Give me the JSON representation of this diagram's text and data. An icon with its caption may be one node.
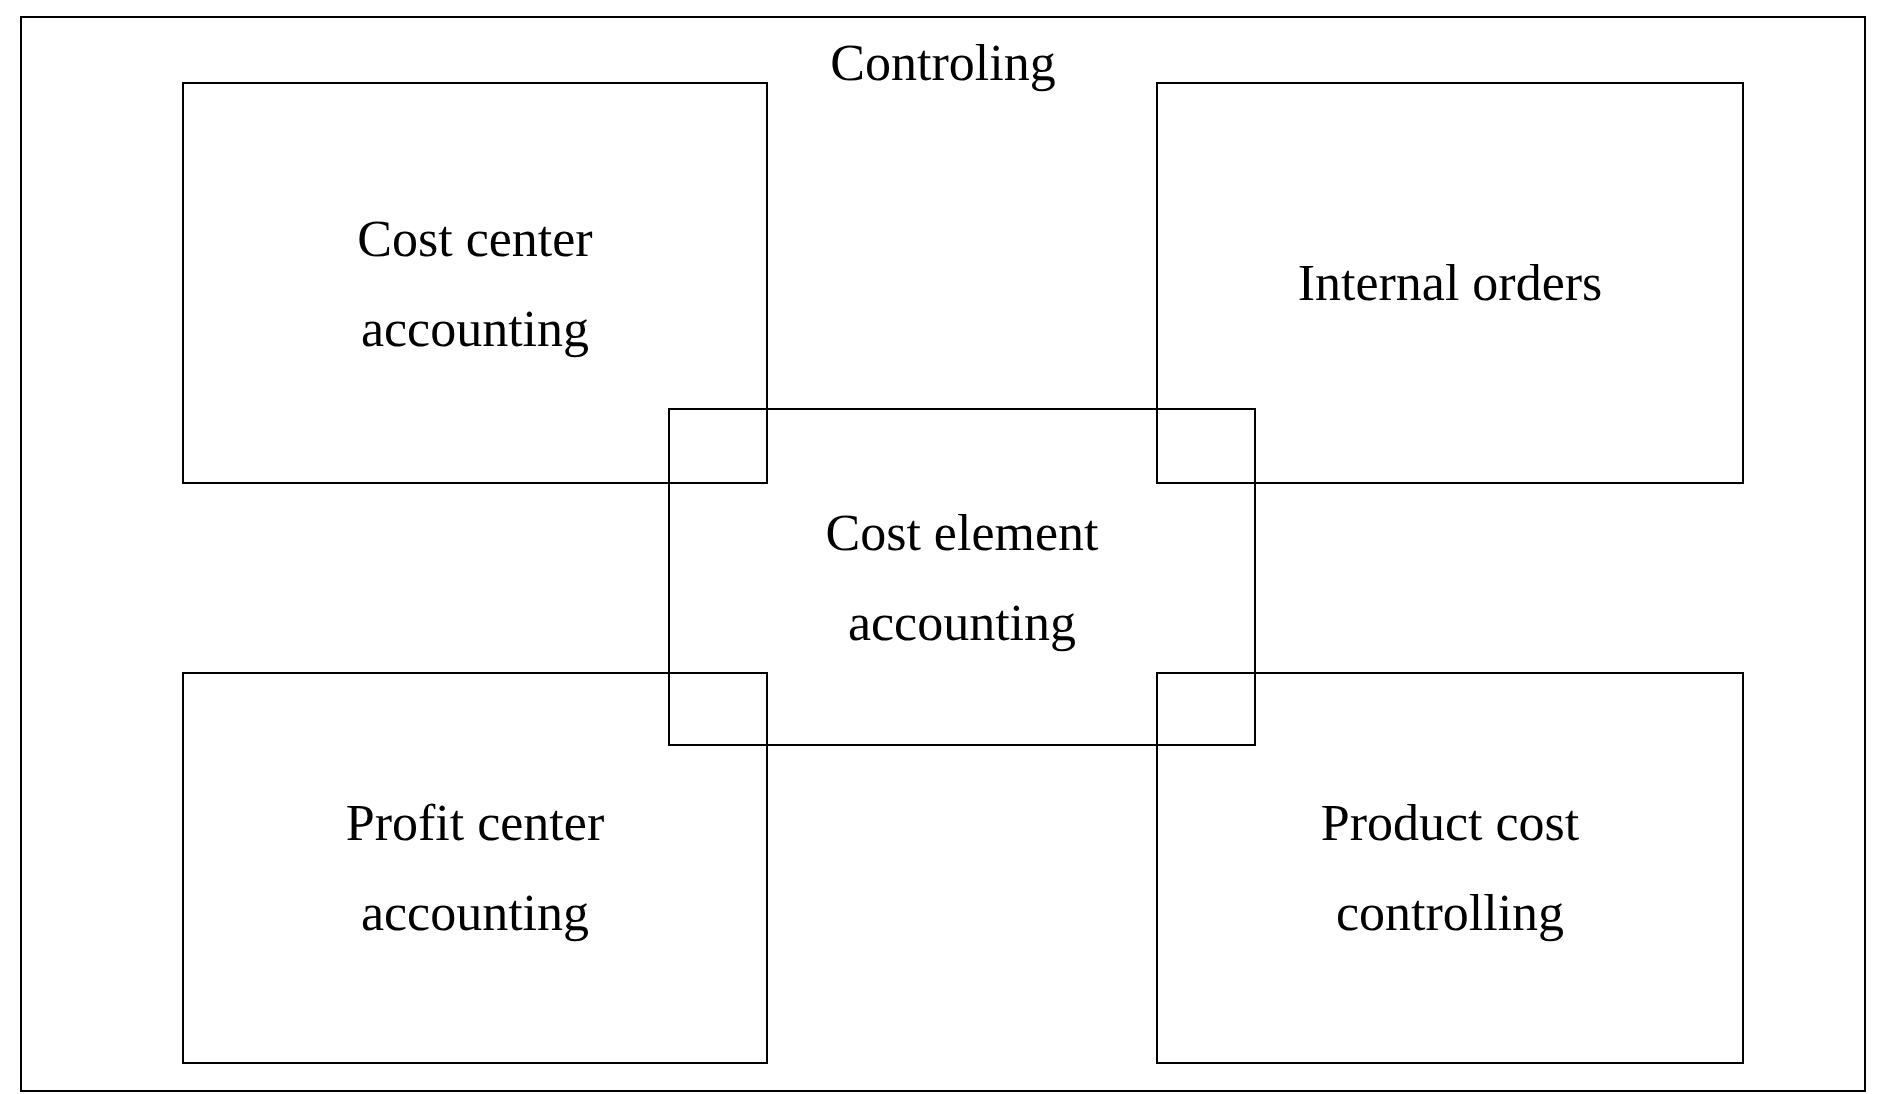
{
  "diagram": {
    "nodes": [
      {
        "text": [
          "Controling"
        ]
      },
      {
        "text": [
          "Cost center accounting"
        ],
        "in": 0
      },
      {
        "text": [
          "Internal orders"
        ],
        "in": 0
      },
      {
        "text": [
          "Cost element accounting"
        ],
        "in": 0
      },
      {
        "text": [
          "Profit center accounting"
        ],
        "in": 0
      },
      {
        "text": [
          "Product cost controlling"
        ],
        "in": 0
      }
    ]
  }
}
